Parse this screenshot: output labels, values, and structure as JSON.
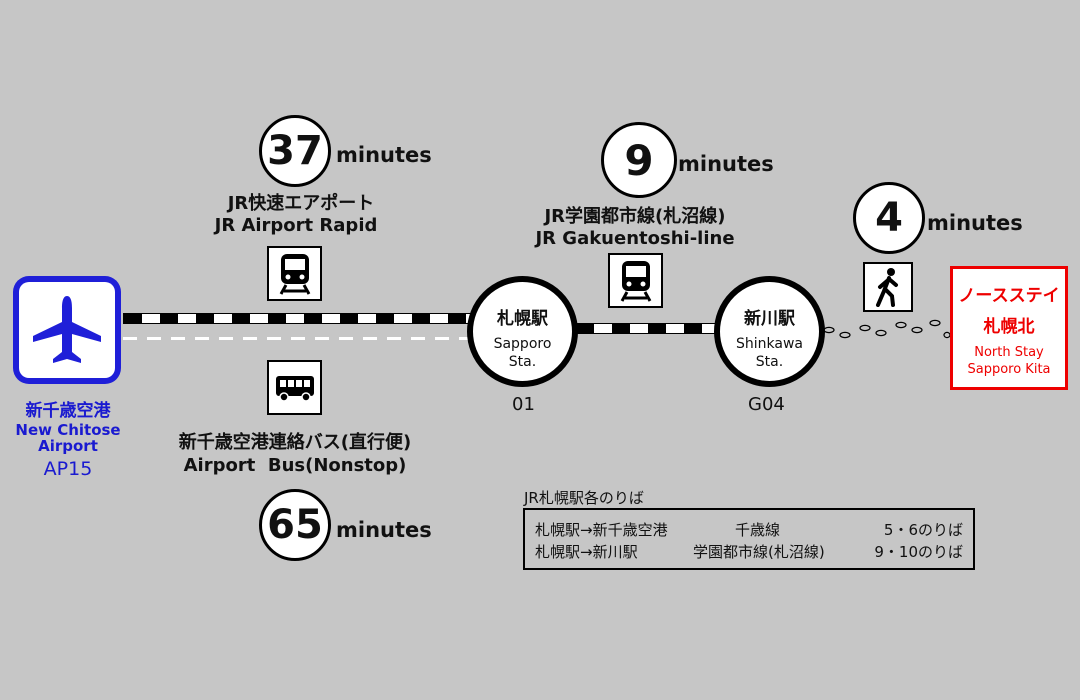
{
  "segments": [
    {
      "time": "37",
      "unit": "minutes",
      "label_jp": "JR快速エアポート",
      "label_en": "JR Airport Rapid",
      "icon": "train-icon"
    },
    {
      "time": "65",
      "unit": "minutes",
      "label_jp": "新千歳空港連絡バス(直行便)",
      "label_en": "Airport  Bus(Nonstop)",
      "icon": "bus-icon"
    },
    {
      "time": "9",
      "unit": "minutes",
      "label_jp": "JR学園都市線(札沼線)",
      "label_en": "JR Gakuentoshi-line",
      "icon": "train-icon"
    },
    {
      "time": "4",
      "unit": "minutes",
      "icon": "walking-person-icon"
    }
  ],
  "airport": {
    "name_jp": "新千歳空港",
    "name_en_1": "New Chitose",
    "name_en_2": "Airport",
    "code": "AP15",
    "icon": "airplane-icon"
  },
  "stations": [
    {
      "name_jp": "札幌駅",
      "name_en_1": "Sapporo",
      "name_en_2": "Sta.",
      "code": "01"
    },
    {
      "name_jp": "新川駅",
      "name_en_1": "Shinkawa",
      "name_en_2": "Sta.",
      "code": "G04"
    }
  ],
  "destination": {
    "name_jp_1": "ノースステイ",
    "name_jp_2": "札幌北",
    "name_en_1": "North Stay",
    "name_en_2": "Sapporo Kita"
  },
  "platform_table": {
    "title": "JR札幌駅各のりば",
    "rows": [
      {
        "route": "札幌駅→新千歳空港",
        "line": "千歳線",
        "platform": "5・6のりば"
      },
      {
        "route": "札幌駅→新川駅",
        "line": "学園都市線(札沼線)",
        "platform": "9・10のりば"
      }
    ]
  },
  "colors": {
    "background": "#c6c6c6",
    "airport_blue": "#1f1fd8",
    "destination_red": "#e00000"
  }
}
